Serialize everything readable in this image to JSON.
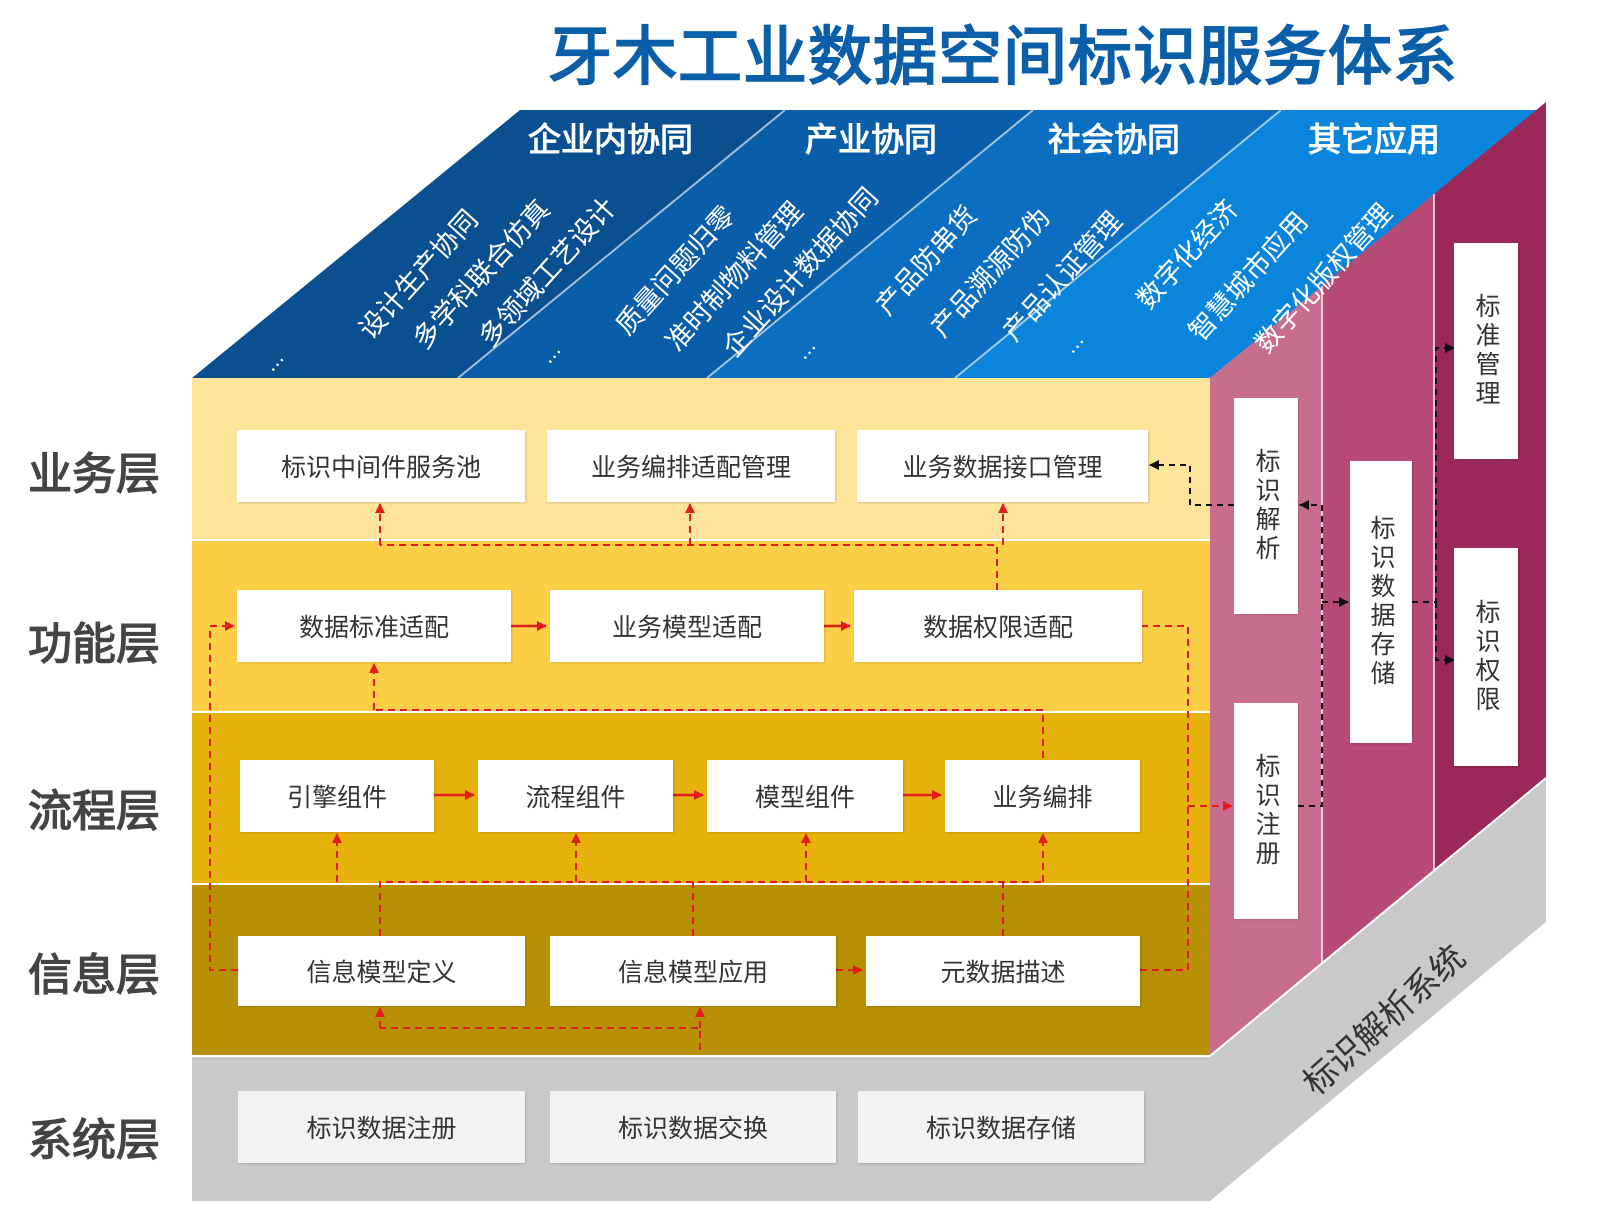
{
  "title": "牙木工业数据空间标识服务体系",
  "layers": {
    "business": "业务层",
    "function": "功能层",
    "process": "流程层",
    "info": "信息层",
    "system": "系统层"
  },
  "business_boxes": [
    "标识中间件服务池",
    "业务编排适配管理",
    "业务数据接口管理"
  ],
  "function_boxes": [
    "数据标准适配",
    "业务模型适配",
    "数据权限适配"
  ],
  "process_boxes": [
    "引擎组件",
    "流程组件",
    "模型组件",
    "业务编排"
  ],
  "info_boxes": [
    "信息模型定义",
    "信息模型应用",
    "元数据描述"
  ],
  "system_boxes": [
    "标识数据注册",
    "标识数据交换",
    "标识数据存储"
  ],
  "categories": [
    "企业内协同",
    "产业协同",
    "社会协同",
    "其它应用"
  ],
  "applications": {
    "enterprise": [
      "设计生产协同",
      "多学科联合仿真",
      "多领域工艺设计",
      "..."
    ],
    "industry": [
      "质量问题归零",
      "准时制物料管理",
      "企业设计数据协同",
      "..."
    ],
    "society": [
      "产品防串货",
      "产品溯源防伪",
      "产品认证管理",
      "..."
    ],
    "other": [
      "数字化经济",
      "智慧城市应用",
      "数字化版权管理",
      "..."
    ]
  },
  "resolution_side": {
    "parse": "标识解析",
    "register": "标识注册",
    "storage": "标识数据存储",
    "standard": "标准管理",
    "permission": "标识权限",
    "system_name": "标识解析系统"
  },
  "colors": {
    "title": "#0b5ea8",
    "business_layer": "#fde49a",
    "function_layer": "#fccf47",
    "process_layer": "#e7b10b",
    "info_layer": "#b89005",
    "system_layer": "#c9c9c9",
    "top_cat1": "#0a4f8f",
    "top_cat2": "#0a5da9",
    "top_cat3": "#0b6ec0",
    "top_cat4": "#0b84dc",
    "side_light": "#c96d8e",
    "side_mid": "#b84a76",
    "side_dark": "#9c2858",
    "arrow": "#e11d1d"
  }
}
